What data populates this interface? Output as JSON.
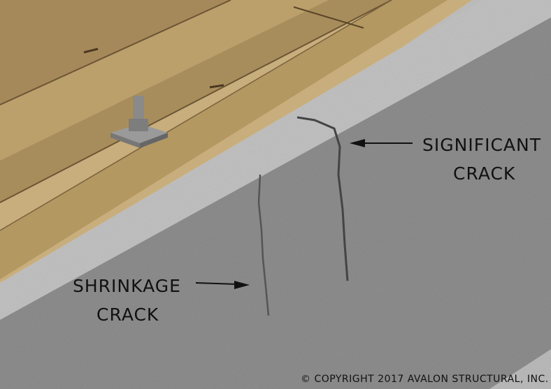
{
  "labels": {
    "significant_line1": "SIGNIFICANT",
    "significant_line2": "CRACK",
    "shrinkage_line1": "SHRINKAGE",
    "shrinkage_line2": "CRACK"
  },
  "copyright": "© COPYRIGHT 2017 AVALON STRUCTURAL, INC.",
  "colors": {
    "wood": "#c8ae7c",
    "concrete_face": "#8f8f8f",
    "concrete_top": "#c2c2c2",
    "crack": "#444444"
  }
}
